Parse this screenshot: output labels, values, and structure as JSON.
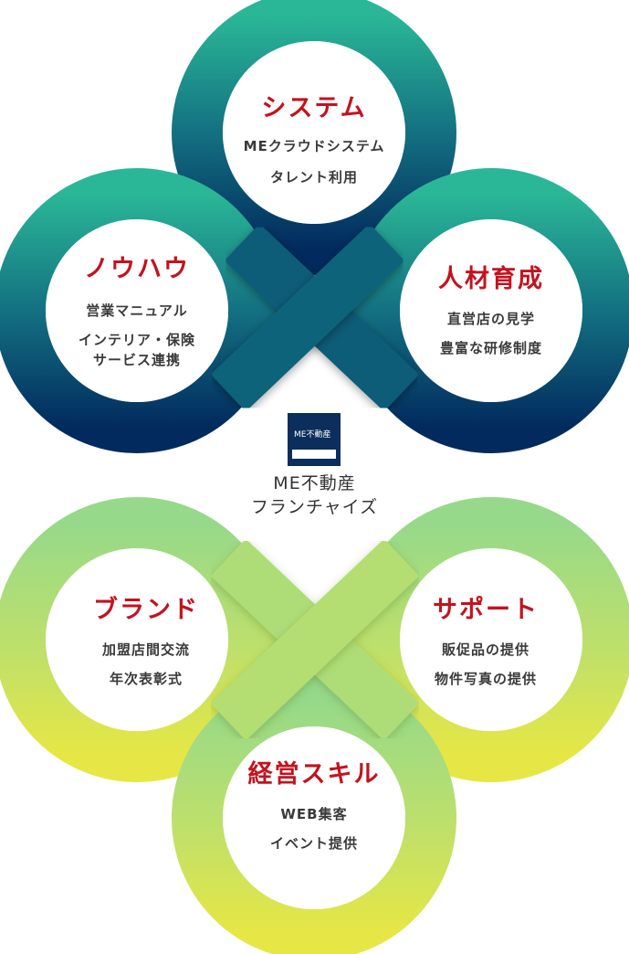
{
  "colors": {
    "top_gradient": [
      "#2ab797",
      "#022a5e"
    ],
    "bottom_gradient": [
      "#96d98a",
      "#e6e744"
    ],
    "title": "#c4121f",
    "logo_bg": "#0b2e5c"
  },
  "upper_loop": {
    "nodes": [
      {
        "title": "システム",
        "lines": [
          "MEクラウドシステム",
          "タレント利用"
        ]
      },
      {
        "title": "ノウハウ",
        "lines": [
          "営業マニュアル",
          "インテリア・保険",
          "サービス連携"
        ]
      },
      {
        "title": "人材育成",
        "lines": [
          "直営店の見学",
          "豊富な研修制度"
        ]
      }
    ]
  },
  "center": {
    "logo_text": "ME不動産",
    "name_lines": [
      "ME不動産",
      "フランチャイズ"
    ]
  },
  "lower_loop": {
    "nodes": [
      {
        "title": "ブランド",
        "lines": [
          "加盟店間交流",
          "年次表彰式"
        ]
      },
      {
        "title": "サポート",
        "lines": [
          "販促品の提供",
          "物件写真の提供"
        ]
      },
      {
        "title": "経営スキル",
        "lines": [
          "WEB集客",
          "イベント提供"
        ]
      }
    ]
  }
}
